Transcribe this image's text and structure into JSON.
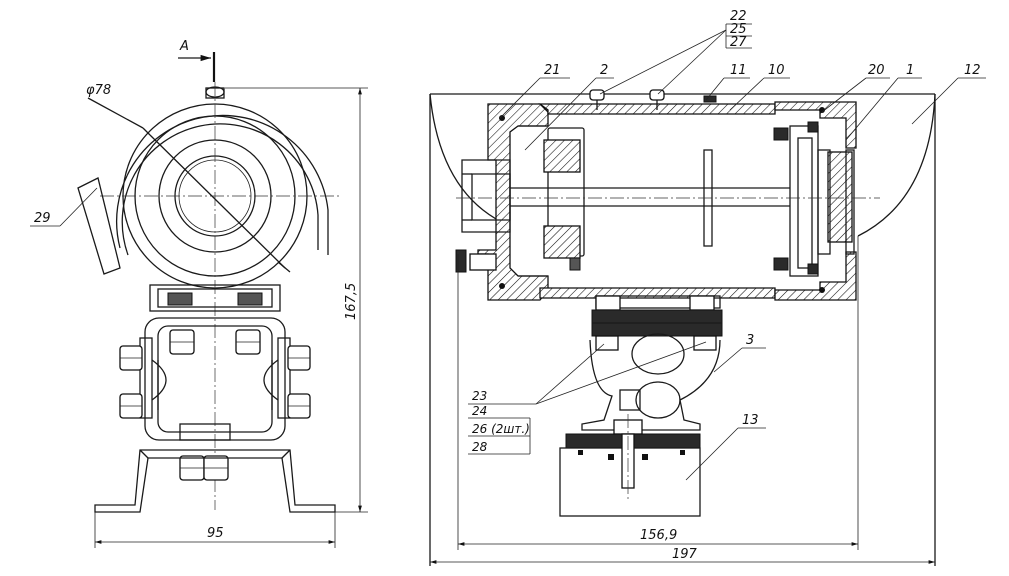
{
  "view_label": "A",
  "dimensions": {
    "diameter": "φ78",
    "height": "167,5",
    "width_left": "95",
    "width_inner": "156,9",
    "width_total": "197"
  },
  "callouts": {
    "c1": "1",
    "c2": "2",
    "c3": "3",
    "c10": "10",
    "c11": "11",
    "c12": "12",
    "c13": "13",
    "c20": "20",
    "c21": "21",
    "c22": "22",
    "c25": "25",
    "c27": "27",
    "c29": "29",
    "c23": "23",
    "c24": "24",
    "c26": "26 (2шт.)",
    "c28": "28"
  }
}
